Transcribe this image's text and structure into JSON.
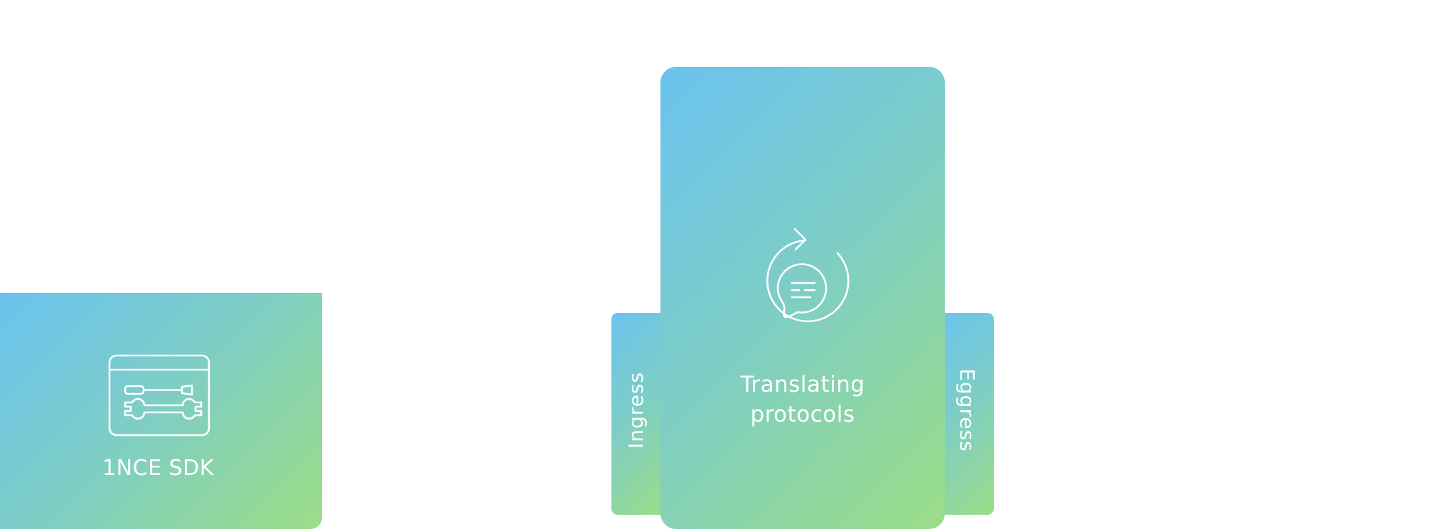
{
  "diagram": {
    "sdk": {
      "label": "1NCE SDK",
      "icon": "toolkit-window-icon"
    },
    "ingress": {
      "label": "Ingress"
    },
    "core": {
      "label_line1": "Translating",
      "label_line2": "protocols",
      "icon": "cycle-chat-icon"
    },
    "egress": {
      "label": "Eggress"
    },
    "colors": {
      "gradient_start": "#6ac3ef",
      "gradient_mid": "#7dcdc8",
      "gradient_end": "#9bdd86",
      "foreground": "#ffffff"
    }
  }
}
